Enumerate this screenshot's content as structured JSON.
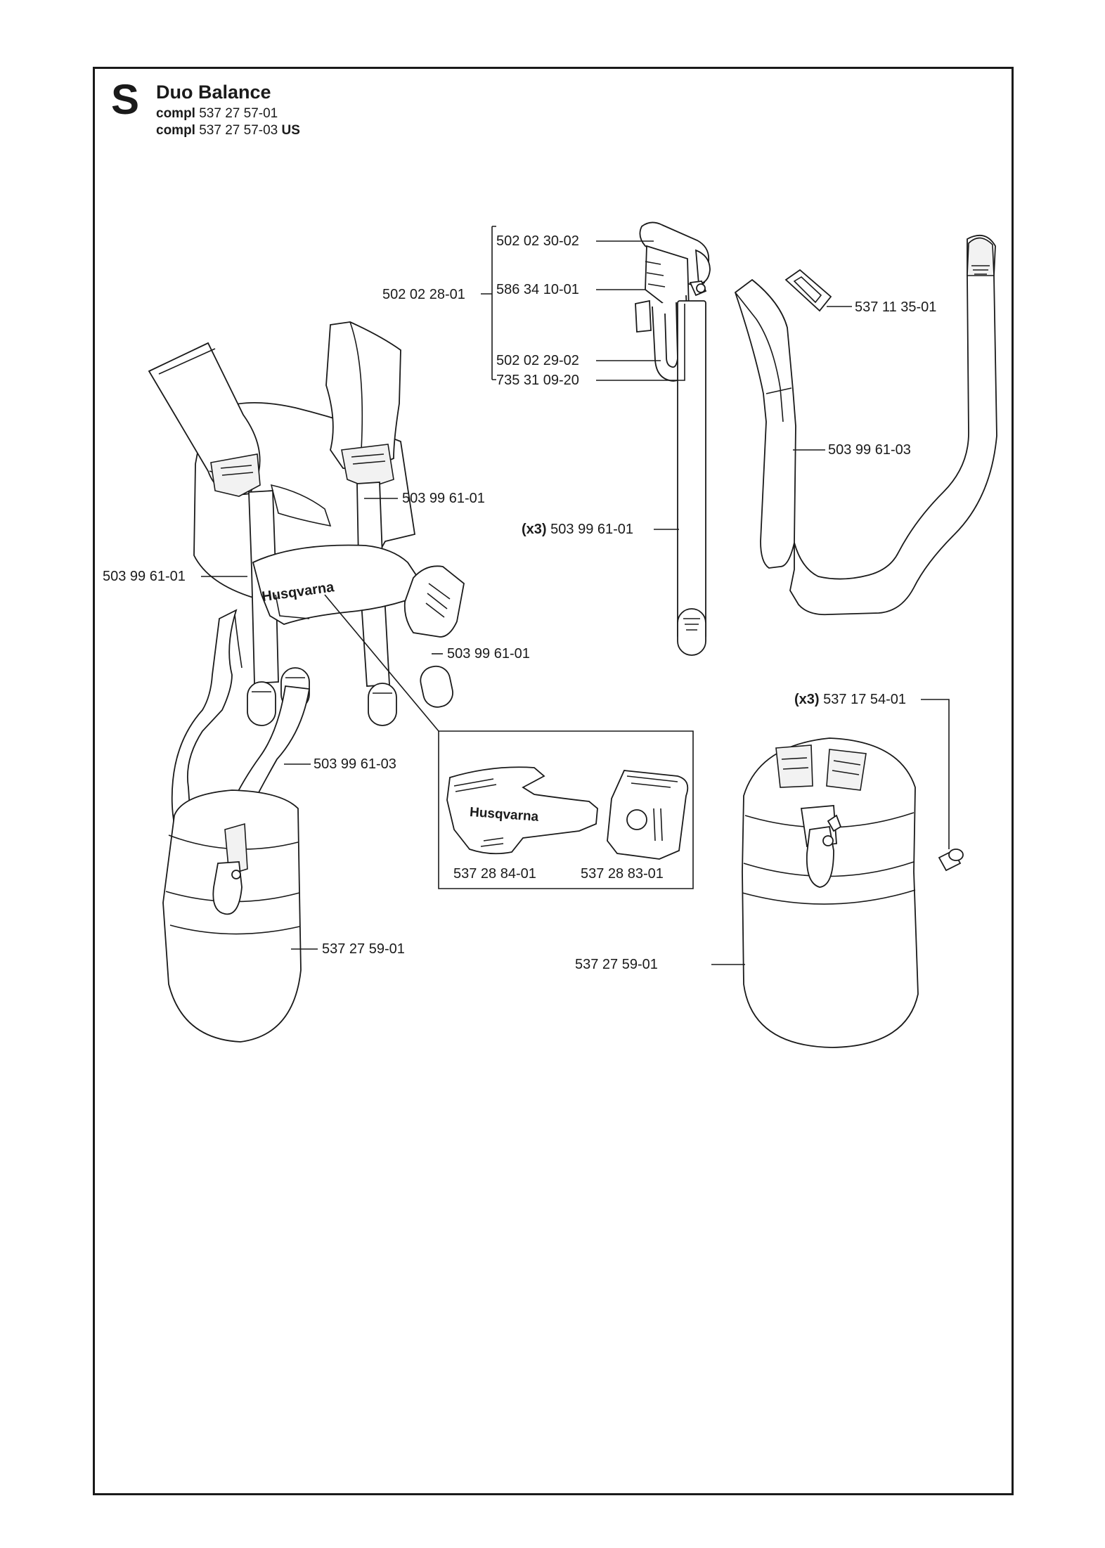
{
  "section": {
    "letter": "S",
    "title": "Duo Balance",
    "compl_lines": [
      {
        "prefix": "compl",
        "number": "537 27 57-01",
        "suffix": ""
      },
      {
        "prefix": "compl",
        "number": "537 27 57-03",
        "suffix": "US"
      }
    ]
  },
  "brand_text": "Husqvarna",
  "parts": {
    "hook_group": "502 02 28-01",
    "hook_top": "502 02 30-02",
    "hook_pin": "586 34 10-01",
    "hook_clip": "502 02 29-02",
    "hook_spring": "735 31 09-20",
    "buckle": "537 11 35-01",
    "long_pad": "503 99 61-03",
    "short_pad": {
      "qty": "(x3)",
      "number": "503 99 61-01"
    },
    "harness_shoulder": "503 99 61-01",
    "harness_left": "503 99 61-01",
    "harness_right": "503 99 61-01",
    "harness_strap": "503 99 61-03",
    "chest_pad_left": "537 28 84-01",
    "chest_pad_right": "537 28 83-01",
    "hip_pad_left": "537 27 59-01",
    "screw": {
      "qty": "(x3)",
      "number": "537 17 54-01"
    },
    "hip_pad_right": "537 27 59-01"
  }
}
